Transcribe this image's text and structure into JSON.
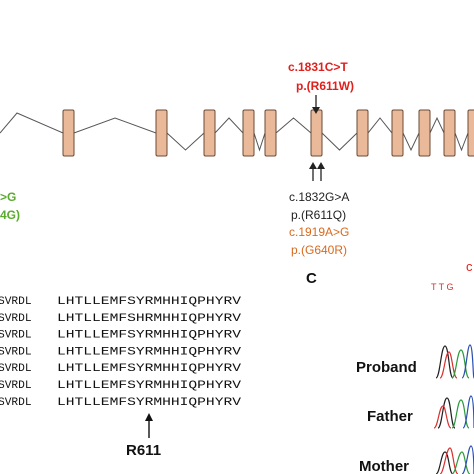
{
  "colors": {
    "exon_fill": "#e9b99a",
    "exon_stroke": "#6b4a36",
    "red": "#e0201c",
    "green": "#5aab2e",
    "orange": "#d9691e",
    "dark": "#222222",
    "trace_red": "#d93030",
    "trace_green": "#2c9a3c",
    "trace_blue": "#2a4fb0",
    "trace_black": "#202020"
  },
  "gene_panel": {
    "top_variant": {
      "line1": "c.1831C>T",
      "line2": "p.(R611W)"
    },
    "left_variant": {
      "line1": ">G",
      "line2": "4G)"
    },
    "bottom_variants": [
      {
        "line1": "c.1832G>A",
        "line2": "p.(R611Q)",
        "color": "dark"
      },
      {
        "line1": "c.1919A>G",
        "line2": "p.(G640R)",
        "color": "orange"
      }
    ],
    "exon_count": 11
  },
  "panel_labels": {
    "c": "C"
  },
  "alignment": {
    "left_fragments": [
      "SVRDL",
      "SVRDL",
      "SVRDL",
      "SVRDL",
      "SVRDL",
      "SVRDL",
      "SVRDL"
    ],
    "sequences": [
      "LHTLLEMFSYRMHHIQPHYRV",
      "LHTLLEMFSHRMHHIQPHYRV",
      "LHTLLEMFSYRMHHIQPHYRV",
      "LHTLLEMFSYRMHHIQPHYRV",
      "LHTLLEMFSYRMHHIQPHYRV",
      "LHTLLEMFSYRMHHIQPHYRV",
      "LHTLLEMFSYRMHHIQPHYRV"
    ],
    "position_label": "R611"
  },
  "chromatogram": {
    "top_letters": "T T G",
    "corner_letter": "c",
    "rows": [
      "Proband",
      "Father",
      "Mother"
    ]
  }
}
